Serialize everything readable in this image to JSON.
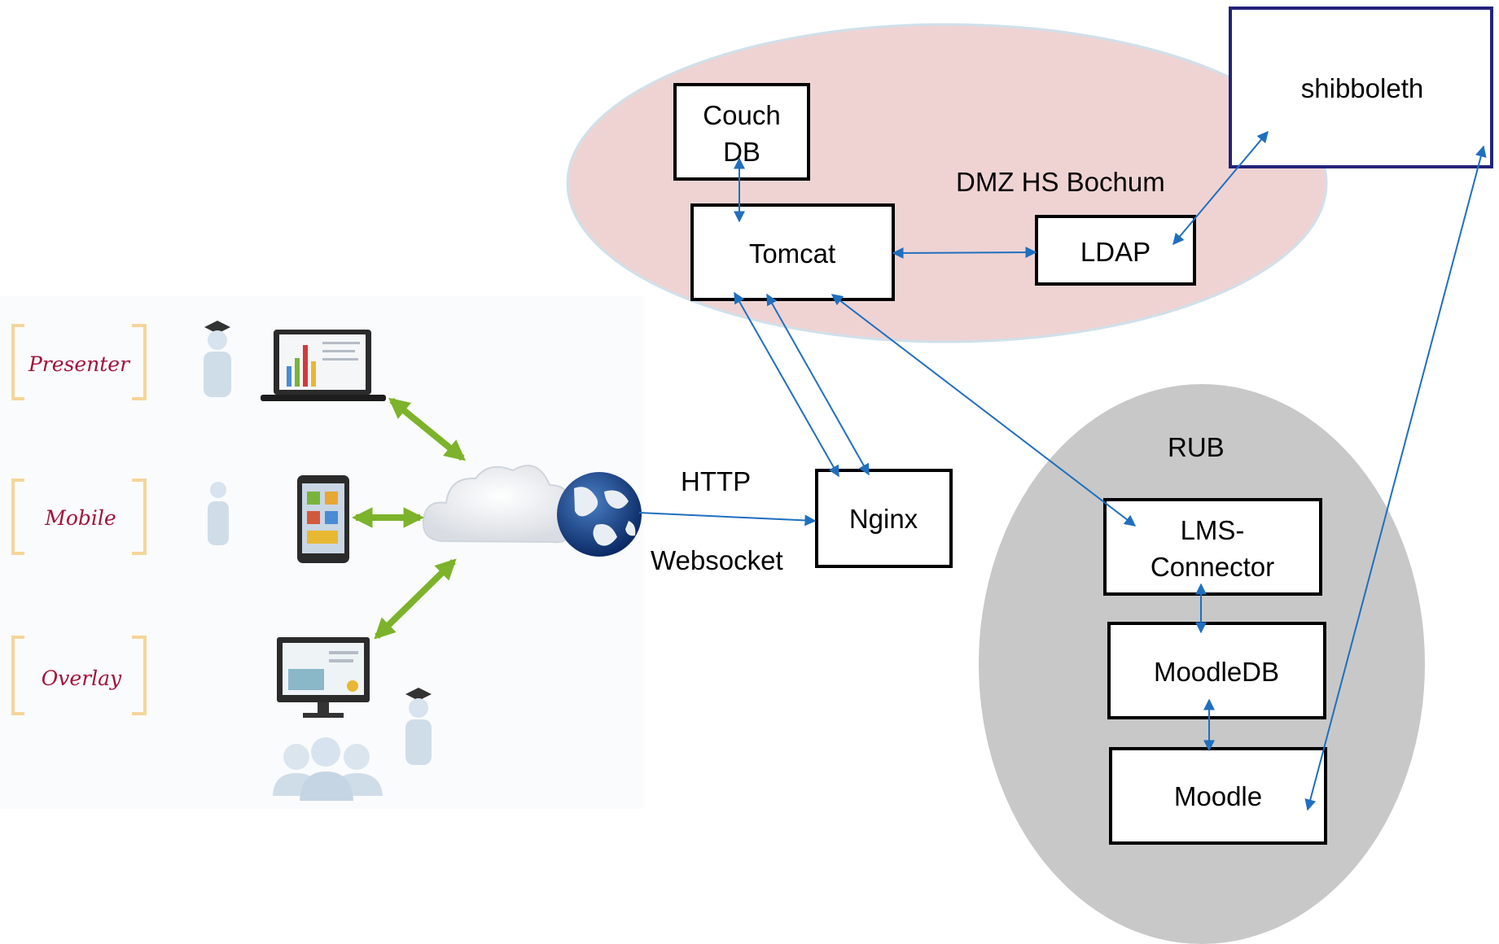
{
  "zones": {
    "dmz_label": "DMZ HS Bochum",
    "rub_label": "RUB"
  },
  "nodes": {
    "couchdb_line1": "Couch",
    "couchdb_line2": "DB",
    "tomcat": "Tomcat",
    "ldap": "LDAP",
    "shibboleth": "shibboleth",
    "nginx": "Nginx",
    "lms_line1": "LMS-",
    "lms_line2": "Connector",
    "moodledb": "MoodleDB",
    "moodle": "Moodle"
  },
  "protocols": {
    "http": "HTTP",
    "websocket": "Websocket"
  },
  "clients": {
    "presenter": "Presenter",
    "mobile": "Mobile",
    "overlay": "Overlay"
  },
  "colors": {
    "connector": "#1f6fbf",
    "green_arrow": "#7cb32a",
    "dmz_fill": "#efd3d3",
    "rub_fill": "#c8c8c8",
    "shibboleth_border": "#23237a"
  }
}
